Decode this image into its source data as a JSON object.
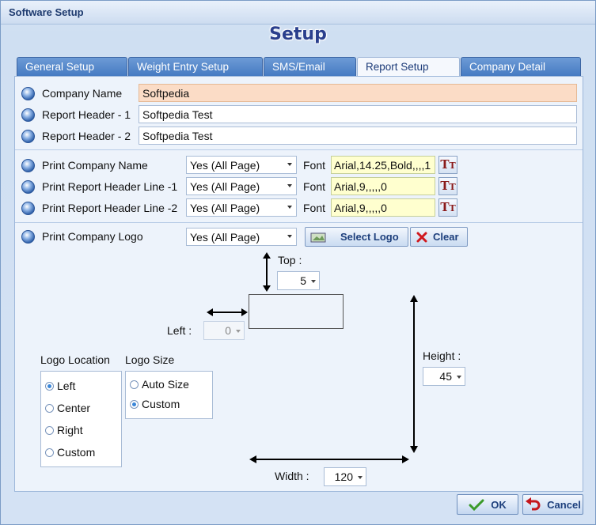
{
  "window": {
    "title": "Software Setup"
  },
  "header": {
    "title": "Setup"
  },
  "tabs": [
    {
      "label": "General Setup",
      "active": false
    },
    {
      "label": "Weight Entry Setup",
      "active": false
    },
    {
      "label": "SMS/Email",
      "active": false
    },
    {
      "label": "Report Setup",
      "active": true
    },
    {
      "label": "Company Detail",
      "active": false
    }
  ],
  "header_fields": [
    {
      "label": "Company Name",
      "value": "Softpedia"
    },
    {
      "label": "Report Header - 1",
      "value": "Softpedia Test"
    },
    {
      "label": "Report Header - 2",
      "value": "Softpedia Test"
    }
  ],
  "print_rows": [
    {
      "label": "Print Company Name",
      "option": "Yes (All Page)",
      "font_label": "Font",
      "font": "Arial,14.25,Bold,,,,1"
    },
    {
      "label": "Print Report Header Line -1",
      "option": "Yes (All Page)",
      "font_label": "Font",
      "font": "Arial,9,,,,,0"
    },
    {
      "label": "Print Report Header Line -2",
      "option": "Yes (All Page)",
      "font_label": "Font",
      "font": "Arial,9,,,,,0"
    }
  ],
  "logo": {
    "label": "Print Company Logo",
    "option": "Yes (All Page)",
    "select_button": "Select Logo",
    "clear_button": "Clear",
    "top_label": "Top :",
    "top_value": "5",
    "left_label": "Left :",
    "left_value": "0",
    "height_label": "Height :",
    "height_value": "45",
    "width_label": "Width :",
    "width_value": "120",
    "location_title": "Logo Location",
    "location_options": [
      "Left",
      "Center",
      "Right",
      "Custom"
    ],
    "location_selected": "Left",
    "size_title": "Logo Size",
    "size_options": [
      "Auto Size",
      "Custom"
    ],
    "size_selected": "Custom"
  },
  "footer": {
    "ok": "OK",
    "cancel": "Cancel"
  },
  "colors": {
    "tab": "#4479c1",
    "accent": "#2a3f8d",
    "focus_field": "#fbdcc6",
    "font_field": "#ffffcf"
  }
}
